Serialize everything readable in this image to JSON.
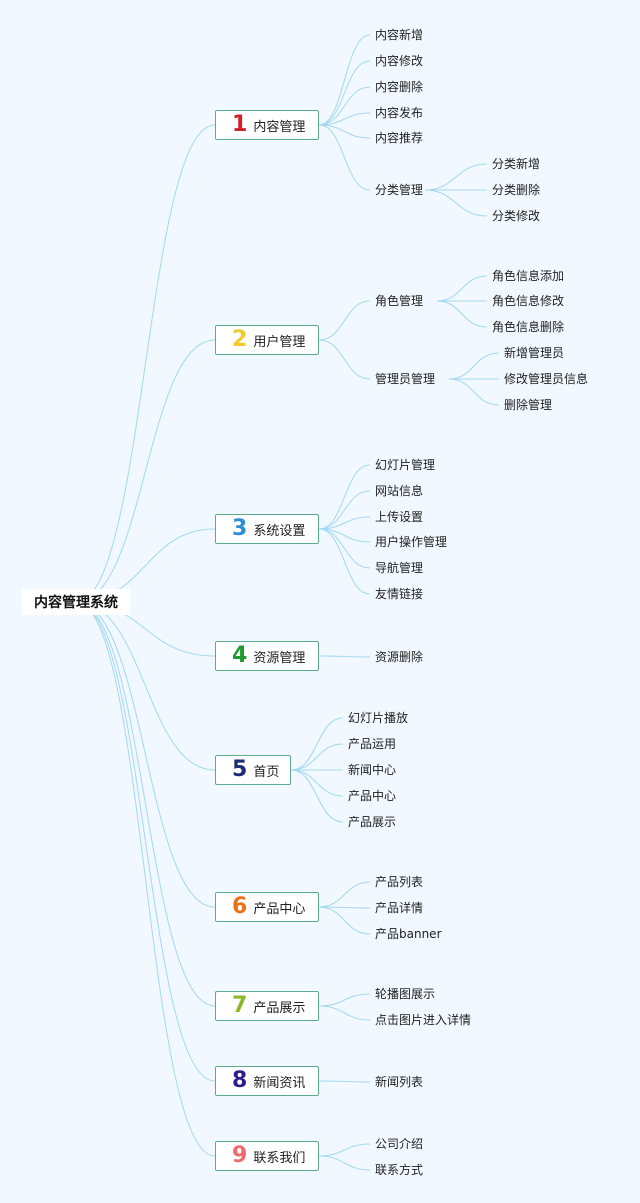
{
  "root": {
    "label": "内容管理系统"
  },
  "branches": [
    {
      "number": "1",
      "label": "内容管理",
      "color": "#d0202a",
      "children": [
        {
          "label": "内容新增"
        },
        {
          "label": "内容修改"
        },
        {
          "label": "内容删除"
        },
        {
          "label": "内容发布"
        },
        {
          "label": "内容推荐"
        },
        {
          "label": "分类管理",
          "children": [
            {
              "label": "分类新增"
            },
            {
              "label": "分类删除"
            },
            {
              "label": "分类修改"
            }
          ]
        }
      ]
    },
    {
      "number": "2",
      "label": "用户管理",
      "color": "#f3c92e",
      "children": [
        {
          "label": "角色管理",
          "children": [
            {
              "label": "角色信息添加"
            },
            {
              "label": "角色信息修改"
            },
            {
              "label": "角色信息删除"
            }
          ]
        },
        {
          "label": "管理员管理",
          "children": [
            {
              "label": "新增管理员"
            },
            {
              "label": "修改管理员信息"
            },
            {
              "label": "删除管理"
            }
          ]
        }
      ]
    },
    {
      "number": "3",
      "label": "系统设置",
      "color": "#2e8fd6",
      "children": [
        {
          "label": "幻灯片管理"
        },
        {
          "label": "网站信息"
        },
        {
          "label": "上传设置"
        },
        {
          "label": "用户操作管理"
        },
        {
          "label": "导航管理"
        },
        {
          "label": "友情链接"
        }
      ]
    },
    {
      "number": "4",
      "label": "资源管理",
      "color": "#1f9a2f",
      "children": [
        {
          "label": "资源删除"
        }
      ]
    },
    {
      "number": "5",
      "label": "首页",
      "color": "#1f2a78",
      "children": [
        {
          "label": "幻灯片播放"
        },
        {
          "label": "产品运用"
        },
        {
          "label": "新闻中心"
        },
        {
          "label": "产品中心"
        },
        {
          "label": "产品展示"
        }
      ]
    },
    {
      "number": "6",
      "label": "产品中心",
      "color": "#e8731c",
      "children": [
        {
          "label": "产品列表"
        },
        {
          "label": "产品详情"
        },
        {
          "label": "产品banner"
        }
      ]
    },
    {
      "number": "7",
      "label": "产品展示",
      "color": "#8bb82b",
      "children": [
        {
          "label": "轮播图展示"
        },
        {
          "label": "点击图片进入详情"
        }
      ]
    },
    {
      "number": "8",
      "label": "新闻资讯",
      "color": "#2a1f8c",
      "children": [
        {
          "label": "新闻列表"
        }
      ]
    },
    {
      "number": "9",
      "label": "联系我们",
      "color": "#f06a6a",
      "children": [
        {
          "label": "公司介绍"
        },
        {
          "label": "联系方式"
        }
      ]
    }
  ]
}
